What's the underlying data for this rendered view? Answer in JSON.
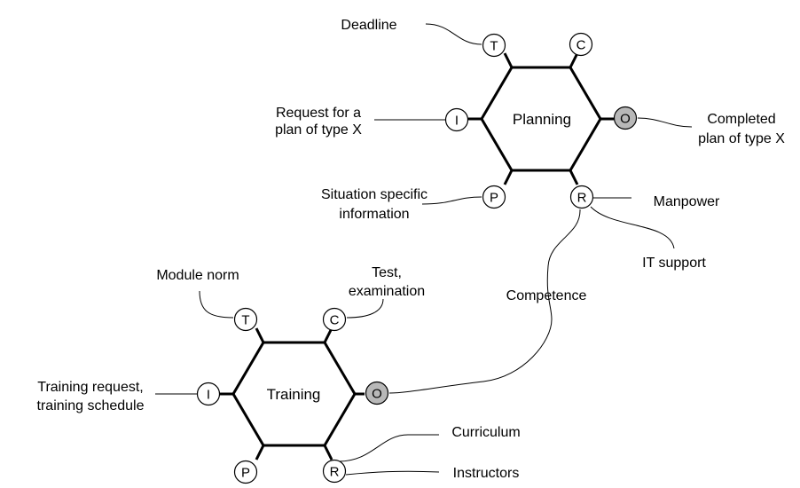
{
  "diagram": {
    "colors": {
      "port_fill": "#ffffff",
      "output_port_fill": "#b8b8b8",
      "stroke": "#000000"
    },
    "planning": {
      "title": "Planning",
      "ports": {
        "t": "T",
        "c": "C",
        "i": "I",
        "o": "O",
        "p": "P",
        "r": "R"
      }
    },
    "training": {
      "title": "Training",
      "ports": {
        "t": "T",
        "c": "C",
        "i": "I",
        "o": "O",
        "p": "P",
        "r": "R"
      }
    },
    "labels": {
      "deadline": "Deadline",
      "request_line1": "Request for a",
      "request_line2": "plan of type X",
      "completed_line1": "Completed",
      "completed_line2": "plan of type X",
      "situation_line1": "Situation specific",
      "situation_line2": "information",
      "manpower": "Manpower",
      "it_support": "IT support",
      "competence": "Competence",
      "module_norm": "Module norm",
      "test_line1": "Test,",
      "test_line2": "examination",
      "training_req_line1": "Training request,",
      "training_req_line2": "training schedule",
      "curriculum": "Curriculum",
      "instructors": "Instructors"
    }
  }
}
